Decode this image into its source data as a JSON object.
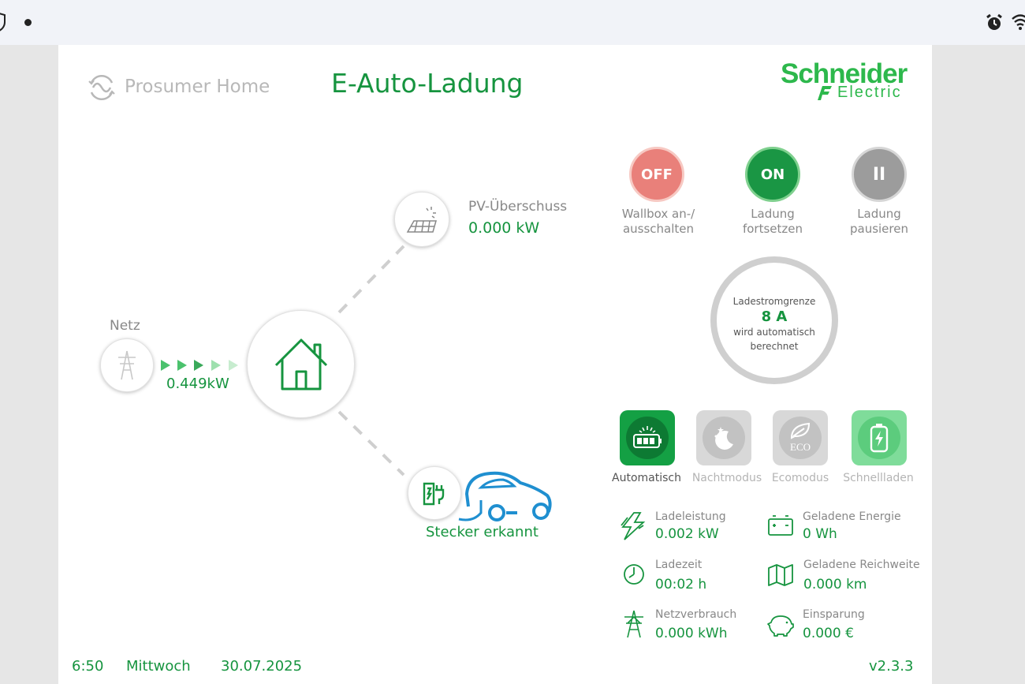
{
  "app": {
    "brand": "Prosumer Home",
    "title": "E-Auto-Ladung",
    "logo_line1": "Schneider",
    "logo_line2": "Electric"
  },
  "flow": {
    "grid_label": "Netz",
    "grid_power": "0.449kW",
    "pv_label": "PV-Überschuss",
    "pv_power": "0.000 kW",
    "car_status": "Stecker erkannt"
  },
  "controls": [
    {
      "icon": "OFF",
      "label1": "Wallbox an-/",
      "label2": "ausschalten"
    },
    {
      "icon": "ON",
      "label1": "Ladung",
      "label2": "fortsetzen"
    },
    {
      "icon": "II",
      "label1": "Ladung",
      "label2": "pausieren"
    }
  ],
  "limit": {
    "label": "Ladestromgrenze",
    "value": "8 A",
    "note1": "wird automatisch",
    "note2": "berechnet"
  },
  "modes": [
    {
      "label": "Automatisch",
      "active": true
    },
    {
      "label": "Nachtmodus",
      "active": false
    },
    {
      "label": "Ecomodus",
      "active": false
    },
    {
      "label": "Schnellladen",
      "active": false
    }
  ],
  "stats": [
    {
      "label": "Ladeleistung",
      "value": "0.002 kW",
      "icon": "lightning-icon"
    },
    {
      "label": "Geladene Energie",
      "value": "0 Wh",
      "icon": "battery-icon"
    },
    {
      "label": "Ladezeit",
      "value": "00:02 h",
      "icon": "clock-icon"
    },
    {
      "label": "Geladene Reichweite",
      "value": "0.000 km",
      "icon": "map-icon"
    },
    {
      "label": "Netzverbrauch",
      "value": "0.000 kWh",
      "icon": "pylon-icon"
    },
    {
      "label": "Einsparung",
      "value": "0.000 €",
      "icon": "piggy-bank-icon"
    }
  ],
  "footer": {
    "time": "6:50",
    "day": "Mittwoch",
    "date": "30.07.2025",
    "version": "v2.3.3"
  },
  "colors": {
    "accent": "#16943f",
    "off": "#e9807a",
    "on": "#1a9644",
    "pause": "#9c9c9c",
    "car": "#1f8fd0"
  }
}
